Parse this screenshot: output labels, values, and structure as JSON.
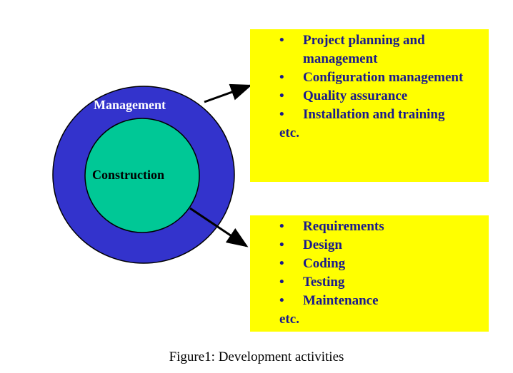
{
  "diagram": {
    "outer_circle_label": "Management",
    "inner_circle_label": "Construction",
    "management_box": {
      "items": [
        "Project planning and management",
        "Configuration management",
        "Quality assurance",
        "Installation and training"
      ],
      "etc": "etc."
    },
    "construction_box": {
      "items": [
        "Requirements",
        "Design",
        "Coding",
        "Testing",
        "Maintenance"
      ],
      "etc": "etc."
    },
    "caption": "Figure1: Development activities"
  },
  "colors": {
    "outer_circle": "#3333cc",
    "inner_circle": "#00c896",
    "box_fill": "#ffff00",
    "box_text": "#1a1a8c",
    "arrow": "#000000"
  }
}
